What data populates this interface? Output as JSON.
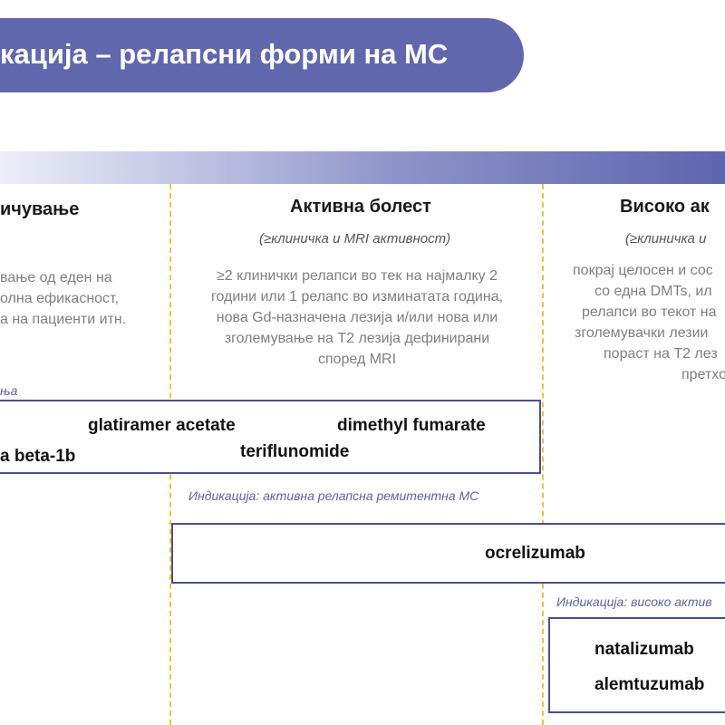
{
  "header": {
    "title": "кација – релапсни форми на МС"
  },
  "columns": [
    {
      "title": "ичување",
      "description": [
        "вање од еден на",
        "олна ефикасност,",
        "а на пациенти итн."
      ],
      "indication_fragment": "ња"
    },
    {
      "title": "Активна болест",
      "subtitle": "(≥клиничка и MRI активност)",
      "description": [
        "≥2 клинички релапси во тек на најмалку 2",
        "години или 1 релапс во изминатата година,",
        "нова Gd-назначена лезија и/или нова или",
        "зголемување на Т2 лезија дефинирани",
        "според MRI"
      ]
    },
    {
      "title": "Високо ак",
      "subtitle": "(≥клиничка и",
      "description": [
        "покрај целосен и сос",
        "со една DMTs, ил",
        "релапси во текот на",
        "зголемувачки лезии",
        "пораст на Т2 лез",
        "претхо"
      ]
    }
  ],
  "drug_groups": [
    {
      "drugs": [
        "glatiramer acetate",
        "dimethyl fumarate",
        "teriflunomide",
        "a beta-1b"
      ],
      "indication": "Индикација: активна релапсна ремитентна МС"
    },
    {
      "drugs": [
        "ocrelizumab"
      ],
      "indication": "Индикација: високо актив"
    },
    {
      "drugs": [
        "natalizumab",
        "alemtuzumab"
      ]
    }
  ],
  "colors": {
    "title_bg": "#6067ad",
    "gradient_end": "#5d65ad",
    "divider": "#f2c23d",
    "box_border": "#4b4f8f",
    "indication_text": "#5b63a8"
  }
}
